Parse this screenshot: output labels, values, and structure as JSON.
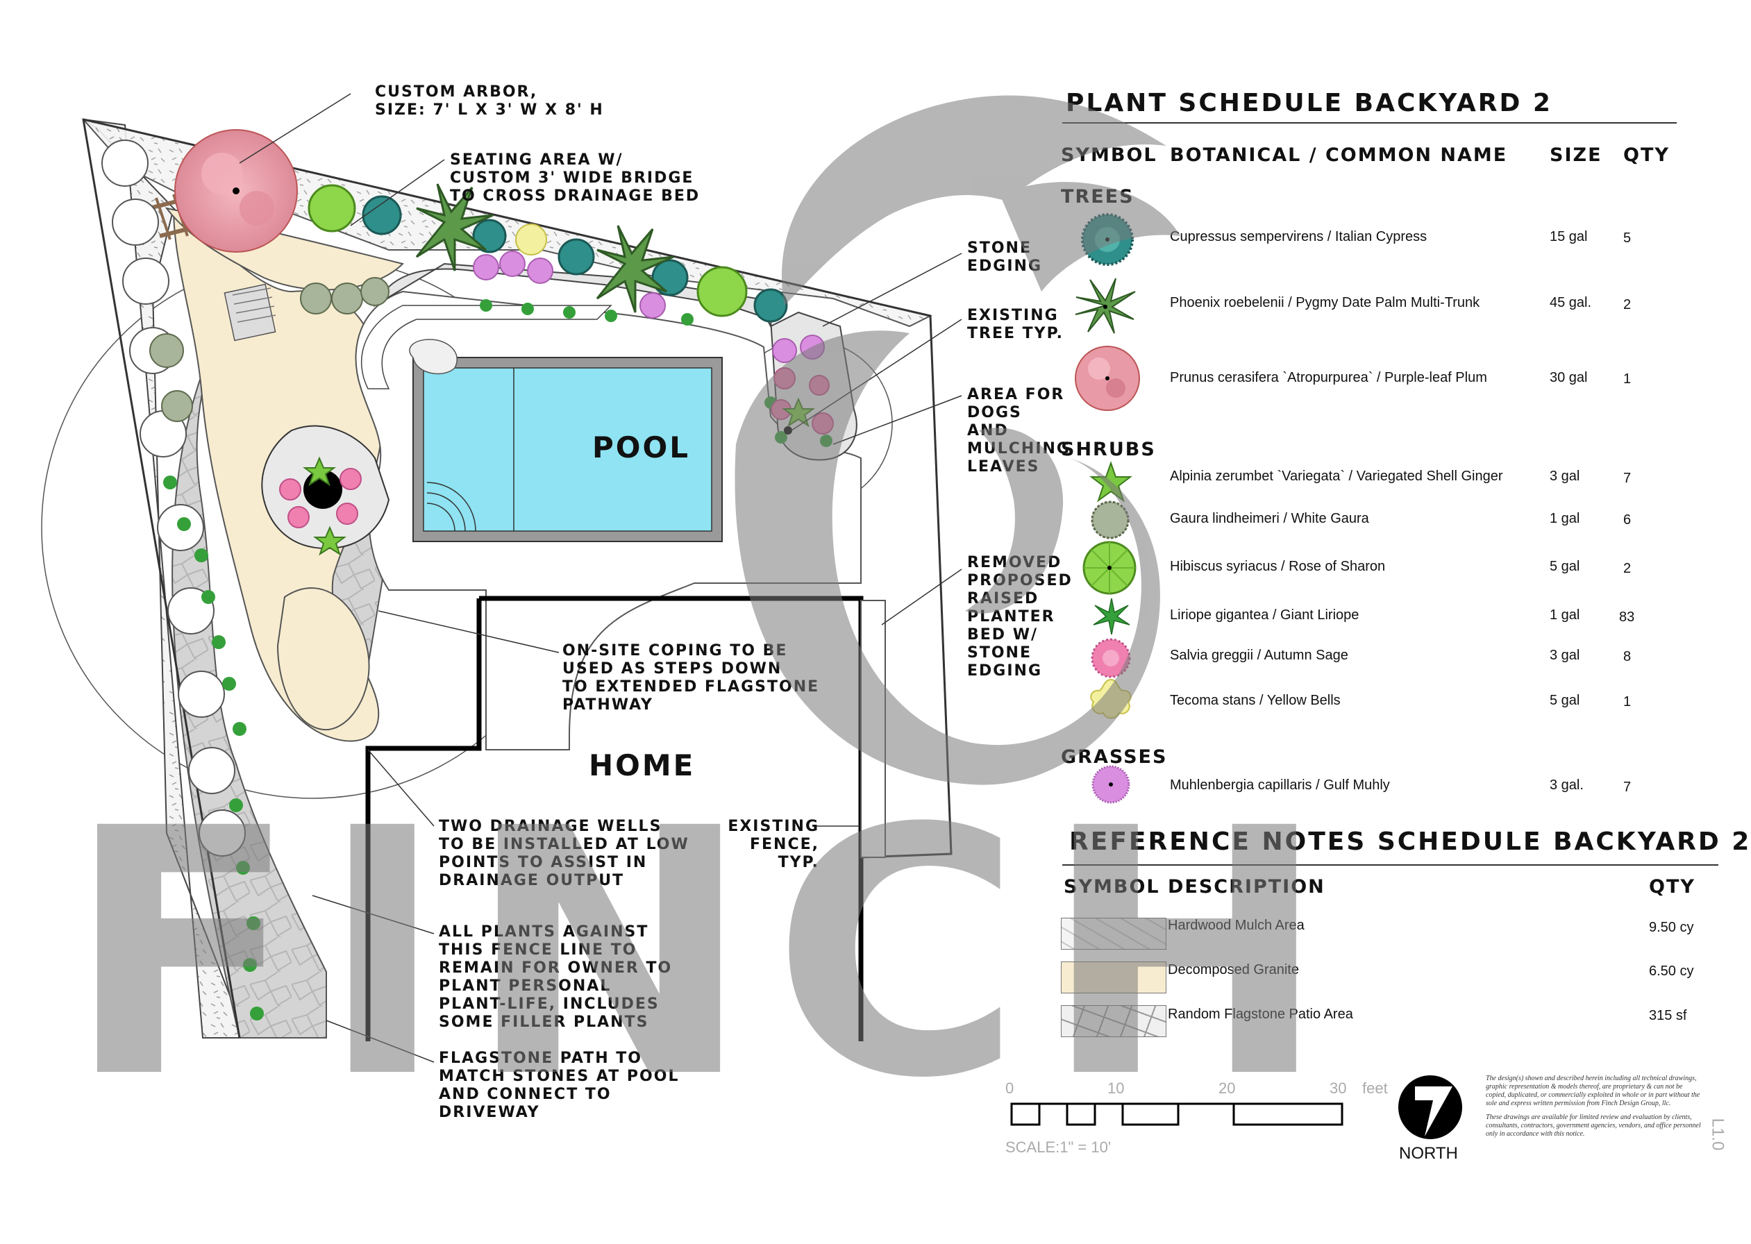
{
  "plan": {
    "pool_label": "POOL",
    "home_label": "HOME",
    "callouts": [
      {
        "id": "arbor",
        "lines": [
          "CUSTOM ARBOR,",
          "SIZE:  7' L x 3' W x 8' H"
        ]
      },
      {
        "id": "seating",
        "lines": [
          "SEATING AREA W/",
          "CUSTOM 3' WIDE BRIDGE",
          "TO CROSS DRAINAGE BED"
        ]
      },
      {
        "id": "stone_edging",
        "lines": [
          "STONE",
          "EDGING"
        ]
      },
      {
        "id": "existing_tree",
        "lines": [
          "EXISTING",
          "TREE TYP."
        ]
      },
      {
        "id": "dogs_area",
        "lines": [
          "AREA FOR",
          "DOGS",
          "AND",
          "MULCHING",
          "LEAVES"
        ]
      },
      {
        "id": "removed_planter",
        "lines": [
          "REMOVED",
          "PROPOSED",
          "RAISED",
          "PLANTER",
          "BED W/",
          "STONE",
          "EDGING"
        ]
      },
      {
        "id": "coping",
        "lines": [
          "ON-SITE COPING TO BE",
          "USED AS STEPS DOWN",
          "TO EXTENDED FLAGSTONE",
          "PATHWAY"
        ]
      },
      {
        "id": "drainage",
        "lines": [
          "TWO DRAINAGE WELLS",
          "TO BE INSTALLED AT LOW",
          "POINTS TO ASSIST IN",
          "DRAINAGE OUTPUT"
        ]
      },
      {
        "id": "existing_fence",
        "lines": [
          "EXISTING",
          "FENCE,",
          "TYP."
        ]
      },
      {
        "id": "fence_plants",
        "lines": [
          "ALL PLANTS AGAINST",
          "THIS FENCE LINE TO",
          "REMAIN FOR OWNER TO",
          "PLANT PERSONAL",
          "PLANT-LIFE, INCLUDES",
          "SOME FILLER PLANTS"
        ]
      },
      {
        "id": "flagstone_path",
        "lines": [
          "FLAGSTONE PATH TO",
          "MATCH STONES AT POOL",
          "AND CONNECT TO",
          "DRIVEWAY"
        ]
      }
    ]
  },
  "plant_schedule": {
    "title": "PLANT SCHEDULE BACKYARD 2",
    "columns": {
      "symbol": "SYMBOL",
      "name": "BOTANICAL / COMMON NAME",
      "size": "SIZE",
      "qty": "QTY"
    },
    "sections": [
      {
        "heading": "TREES",
        "rows": [
          {
            "icon": "cypress-icon",
            "name": "Cupressus sempervirens / Italian Cypress",
            "size": "15 gal",
            "qty": "5"
          },
          {
            "icon": "palm-icon",
            "name": "Phoenix roebelenii / Pygmy Date Palm Multi-Trunk",
            "size": "45 gal.",
            "qty": "2"
          },
          {
            "icon": "plum-icon",
            "name": "Prunus cerasifera `Atropurpurea` / Purple-leaf Plum",
            "size": "30 gal",
            "qty": "1"
          }
        ]
      },
      {
        "heading": "SHRUBS",
        "rows": [
          {
            "icon": "ginger-icon",
            "name": "Alpinia zerumbet `Variegata` / Variegated Shell Ginger",
            "size": "3 gal",
            "qty": "7"
          },
          {
            "icon": "gaura-icon",
            "name": "Gaura lindheimeri / White Gaura",
            "size": "1 gal",
            "qty": "6"
          },
          {
            "icon": "hibiscus-icon",
            "name": "Hibiscus syriacus / Rose of Sharon",
            "size": "5 gal",
            "qty": "2"
          },
          {
            "icon": "liriope-icon",
            "name": "Liriope gigantea / Giant Liriope",
            "size": "1 gal",
            "qty": "83"
          },
          {
            "icon": "salvia-icon",
            "name": "Salvia greggii / Autumn Sage",
            "size": "3 gal",
            "qty": "8"
          },
          {
            "icon": "tecoma-icon",
            "name": "Tecoma stans / Yellow Bells",
            "size": "5 gal",
            "qty": "1"
          }
        ]
      },
      {
        "heading": "GRASSES",
        "rows": [
          {
            "icon": "muhly-icon",
            "name": "Muhlenbergia capillaris / Gulf Muhly",
            "size": "3 gal.",
            "qty": "7"
          }
        ]
      }
    ]
  },
  "reference_notes": {
    "title": "REFERENCE NOTES SCHEDULE BACKYARD 2",
    "columns": {
      "symbol": "SYMBOL",
      "description": "DESCRIPTION",
      "qty": "QTY"
    },
    "rows": [
      {
        "swatch": "mulch",
        "description": "Hardwood Mulch Area",
        "qty": "9.50 cy"
      },
      {
        "swatch": "granite",
        "description": "Decomposed Granite",
        "qty": "6.50 cy"
      },
      {
        "swatch": "flagstone",
        "description": "Random Flagstone Patio Area",
        "qty": "315 sf"
      }
    ]
  },
  "scale_bar": {
    "ticks": [
      "0",
      "10",
      "20",
      "30"
    ],
    "unit": "feet",
    "scale_text": "SCALE:1\" = 10'"
  },
  "north_label": "NORTH",
  "notice": {
    "para1": "The design(s) shown and described herein including all technical drawings, graphic representation & models thereof, are proprietary & can not be copied, duplicated, or commercially exploited in whole or in part without the sole and express written permission from Finch Design Group, llc.",
    "para2": "These drawings are available for limited review and evaluation by clients, consultants, contractors, government agencies, vendors, and office personnel only in accordance with this notice."
  },
  "side_text": "L1.0",
  "watermark_text": "FINCH",
  "colors": {
    "pool": "#8fe3f2",
    "granite": "#f7ecd0",
    "flagstone": "#d6d6d6",
    "plum": "#e89aa6",
    "cypress": "#2f8f8a",
    "hibiscus": "#8ed64a",
    "salvia": "#f080b0",
    "muhly": "#d98ee0",
    "watermark": "#7a7a7a"
  }
}
